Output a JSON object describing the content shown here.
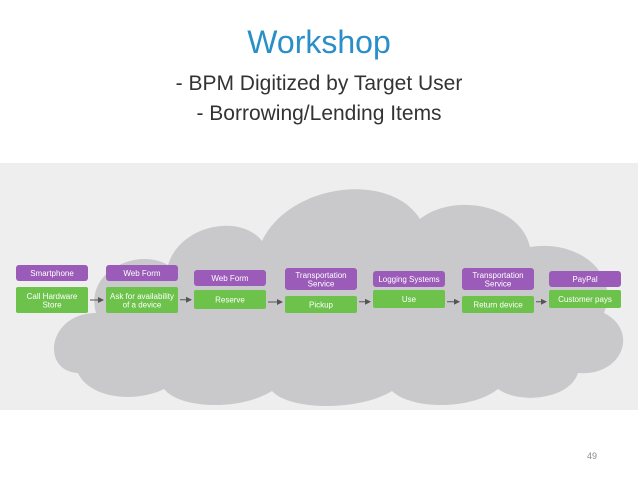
{
  "slide": {
    "title": "Workshop",
    "subtitle_line1": "- BPM Digitized by Target User",
    "subtitle_line2": "- Borrowing/Lending Items",
    "page_number": "49"
  },
  "colors": {
    "title": "#2a8fc8",
    "purple": "#9b5bb8",
    "green": "#6cc24a",
    "cloud": "#c9c9cb",
    "band": "#eeeeef"
  },
  "steps": [
    {
      "actor": [
        "Smartphone"
      ],
      "activity": [
        "Call Hardware",
        "Store"
      ]
    },
    {
      "actor": [
        "Web Form"
      ],
      "activity": [
        "Ask for availability",
        "of a device"
      ]
    },
    {
      "actor": [
        "Web Form"
      ],
      "activity": [
        "Reserve"
      ]
    },
    {
      "actor": [
        "Transportation",
        "Service"
      ],
      "activity": [
        "Pickup"
      ]
    },
    {
      "actor": [
        "Logging Systems"
      ],
      "activity": [
        "Use"
      ]
    },
    {
      "actor": [
        "Transportation",
        "Service"
      ],
      "activity": [
        "Return device"
      ]
    },
    {
      "actor": [
        "PayPal"
      ],
      "activity": [
        "Customer pays"
      ]
    }
  ]
}
